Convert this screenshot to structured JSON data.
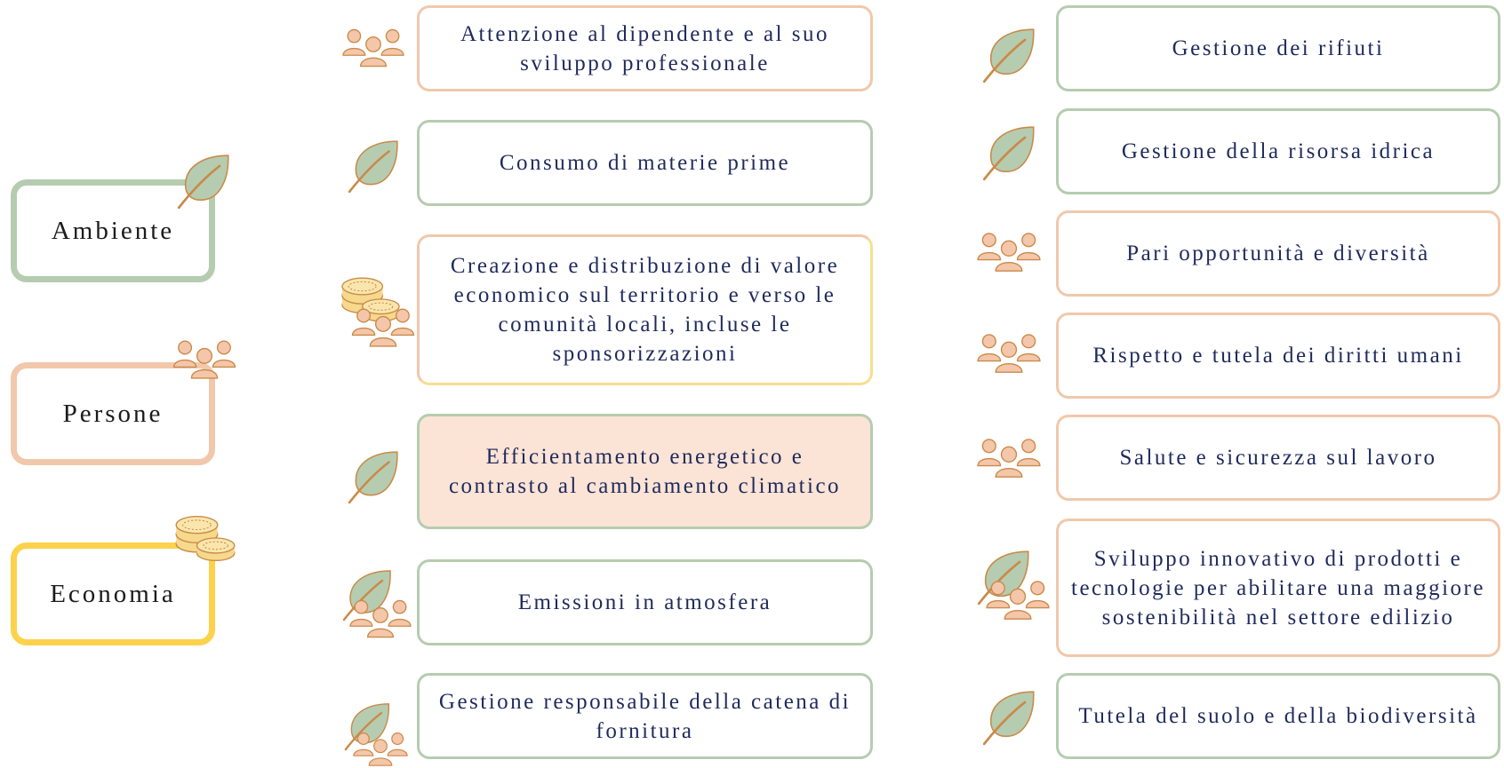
{
  "legend": {
    "ambiente": "Ambiente",
    "persone": "Persone",
    "economia": "Economia"
  },
  "left_column": [
    {
      "text": "Attenzione al dipendente e al suo sviluppo professionale",
      "category": "persone"
    },
    {
      "text": "Consumo di materie prime",
      "category": "ambiente"
    },
    {
      "text": "Creazione e distribuzione di valore economico sul territorio e verso le comunità locali, incluse le sponsorizzazioni",
      "category": "economia+persone"
    },
    {
      "text": "Efficientamento energetico e contrasto al cambiamento climatico",
      "category": "ambiente"
    },
    {
      "text": "Emissioni in atmosfera",
      "category": "ambiente+persone"
    },
    {
      "text": "Gestione responsabile della catena di fornitura",
      "category": "ambiente+persone"
    }
  ],
  "right_column": [
    {
      "text": "Gestione dei rifiuti",
      "category": "ambiente"
    },
    {
      "text": "Gestione della risorsa idrica",
      "category": "ambiente"
    },
    {
      "text": "Pari opportunità e diversità",
      "category": "persone"
    },
    {
      "text": "Rispetto e tutela dei diritti umani",
      "category": "persone"
    },
    {
      "text": "Salute e sicurezza sul lavoro",
      "category": "persone"
    },
    {
      "text": "Sviluppo innovativo di prodotti e tecnologie per abilitare una maggiore sostenibilità nel settore edilizio",
      "category": "ambiente+persone"
    },
    {
      "text": "Tutela del suolo e della biodiversità",
      "category": "ambiente"
    }
  ],
  "colors": {
    "ambiente": "#b6ccb0",
    "persone": "#f1c8ab",
    "economia": "#f7d24a",
    "text": "#1f2a5c"
  }
}
